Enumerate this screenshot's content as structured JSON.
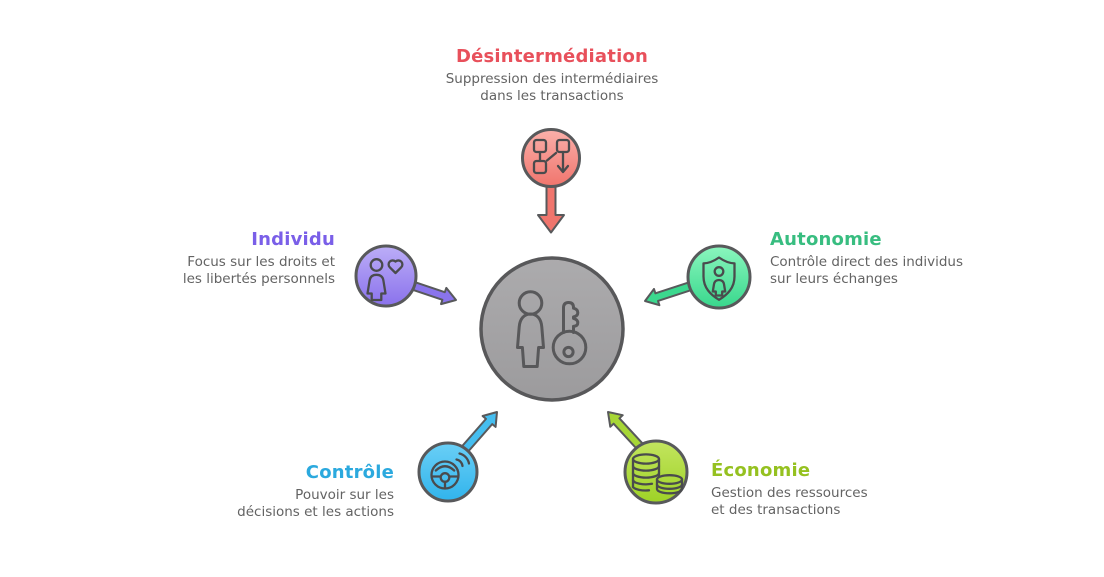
{
  "diagram_title": "",
  "text_color": "#636363",
  "center": {
    "icon": "person-key-icon",
    "fill": "#A4A3A5",
    "outline": "#58585A"
  },
  "nodes": [
    {
      "id": "desintermediation",
      "position": "top",
      "title": "Désintermédiation",
      "description_line1": "Suppression des intermédiaires",
      "description_line2": "dans les transactions",
      "title_color": "#E8505B",
      "node_color": "#F0756D",
      "icon": "network-flow-icon"
    },
    {
      "id": "individu",
      "position": "left",
      "title": "Individu",
      "description_line1": "Focus sur les droits et",
      "description_line2": "les libertés personnels",
      "title_color": "#7A5FE8",
      "node_color": "#8A74EC",
      "icon": "person-heart-icon"
    },
    {
      "id": "autonomie",
      "position": "right",
      "title": "Autonomie",
      "description_line1": "Contrôle direct des individus",
      "description_line2": "sur leurs échanges",
      "title_color": "#38BD80",
      "node_color": "#3BD88E",
      "icon": "shield-person-icon"
    },
    {
      "id": "controle",
      "position": "bottom-left",
      "title": "Contrôle",
      "description_line1": "Pouvoir sur les",
      "description_line2": "décisions et les actions",
      "title_color": "#2BA9DE",
      "node_color": "#45BEF0",
      "icon": "steering-wheel-icon"
    },
    {
      "id": "economie",
      "position": "bottom-right",
      "title": "Économie",
      "description_line1": "Gestion des ressources",
      "description_line2": "et des transactions",
      "title_color": "#95C120",
      "node_color": "#A7D736",
      "icon": "coins-icon"
    }
  ]
}
